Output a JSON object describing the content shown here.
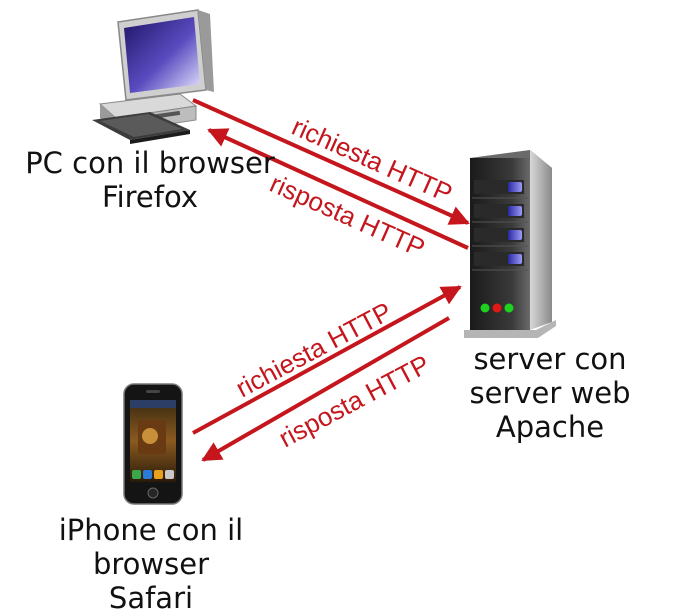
{
  "nodes": {
    "pc": {
      "caption_line1": "PC con il browser",
      "caption_line2": "Firefox",
      "icon": "desktop-pc-icon"
    },
    "server": {
      "caption_line1": "server con",
      "caption_line2": "server web Apache",
      "icon": "server-tower-icon"
    },
    "iphone": {
      "caption_line1": "iPhone con il browser",
      "caption_line2": "Safari",
      "icon": "smartphone-icon"
    }
  },
  "edges": {
    "pc_request": "richiesta HTTP",
    "pc_response": "risposta HTTP",
    "iphone_request": "richiesta HTTP",
    "iphone_response": "risposta HTTP"
  },
  "colors": {
    "arrow": "#c4161c",
    "caption": "#111111",
    "screen": "#3a2a8a",
    "server_light": "#6a6ae8"
  }
}
